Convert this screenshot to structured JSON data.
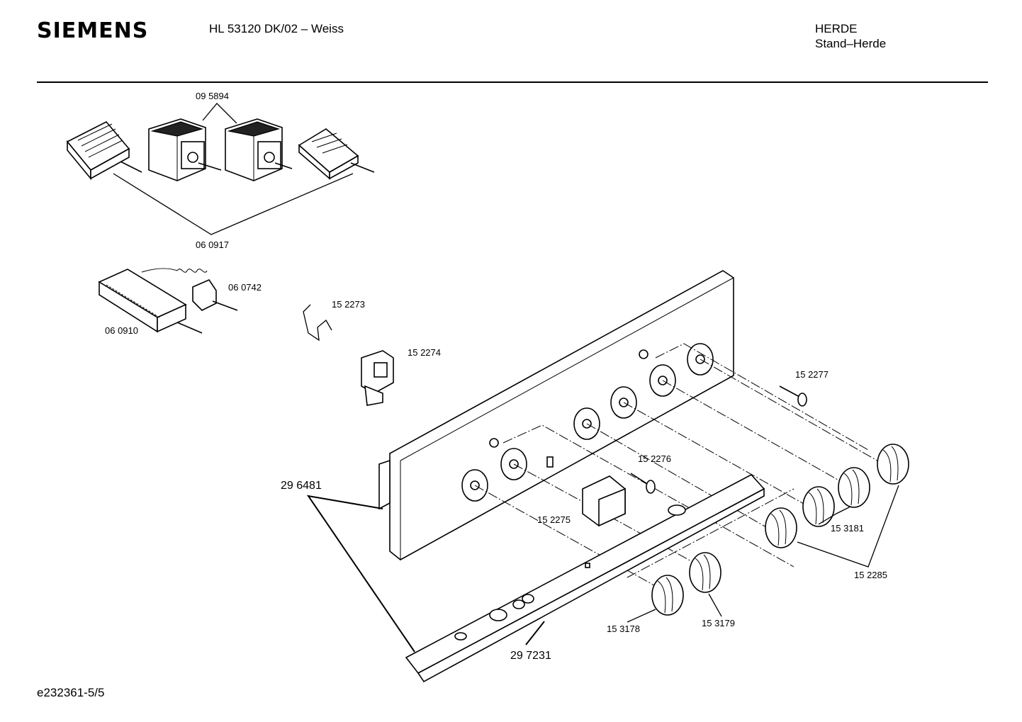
{
  "header": {
    "brand": "SIEMENS",
    "model": "HL 53120 DK/02 – Weiss",
    "category_line1": "HERDE",
    "category_line2": "Stand–Herde"
  },
  "footer": {
    "drawing_id": "e232361-5/5"
  },
  "part_labels": {
    "p095894": "09 5894",
    "p060917": "06 0917",
    "p060742": "06 0742",
    "p060910": "06 0910",
    "p152273": "15 2273",
    "p152274": "15 2274",
    "p152277": "15 2277",
    "p152276": "15 2276",
    "p296481": "29 6481",
    "p152275": "15 2275",
    "p153181": "15 3181",
    "p152285": "15 2285",
    "p153179": "15 3179",
    "p153178": "15 3178",
    "p297231": "29 7231"
  }
}
